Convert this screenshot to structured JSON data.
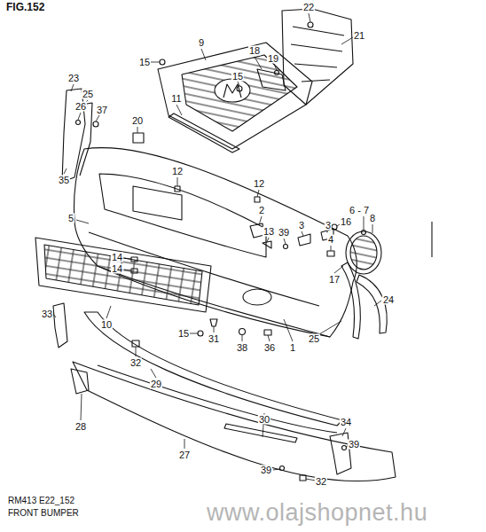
{
  "diagram": {
    "labels": [
      "FIG.152",
      "22",
      "21",
      "9",
      "18",
      "19",
      "15",
      "15",
      "23",
      "25",
      "26",
      "37",
      "11",
      "20",
      "35",
      "12",
      "12",
      "5",
      "2",
      "13",
      "39",
      "3",
      "3",
      "16",
      "6 - 7",
      "8",
      "4",
      "14",
      "14",
      "17",
      "24",
      "33",
      "10",
      "15",
      "31",
      "38",
      "36",
      "1",
      "25",
      "32",
      "29",
      "28",
      "30",
      "34",
      "39",
      "27",
      "39",
      "32",
      "RM413 E22_152",
      "FRONT BUMPER",
      "www.olajshopnet.hu"
    ]
  }
}
